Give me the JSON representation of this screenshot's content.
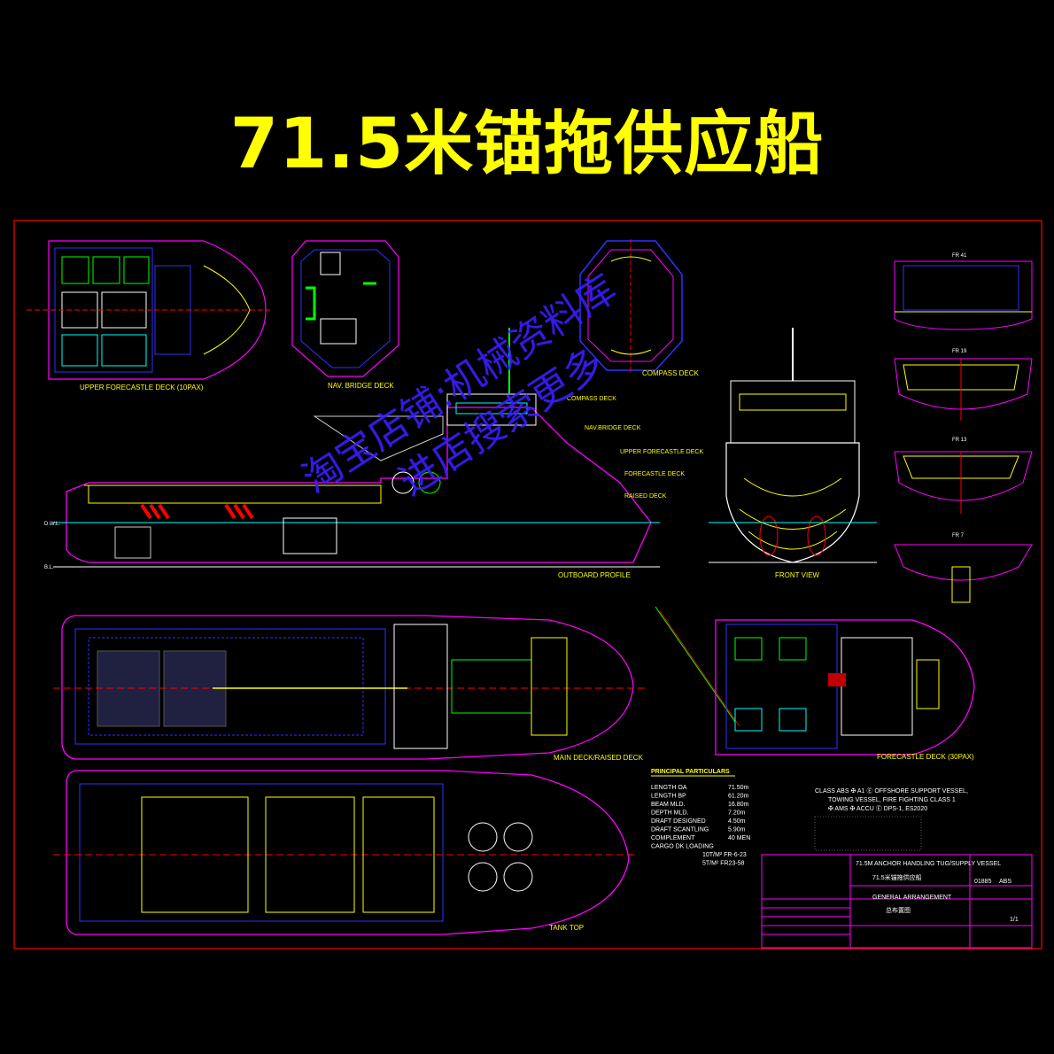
{
  "title": "71.5米锚拖供应船",
  "watermark": {
    "line1": "淘宝店铺:机械资料库",
    "line2": "进店搜索更多"
  },
  "views": {
    "upper_forecastle_deck": "UPPER FORECASTLE DECK (10PAX)",
    "nav_bridge_deck": "NAV. BRIDGE DECK",
    "compass_deck": "COMPASS DECK",
    "outboard_profile": "OUTBOARD PROFILE",
    "front_view": "FRONT VIEW",
    "main_deck": "MAIN DECK/RAISED DECK",
    "forecastle_deck": "FORECASTLE DECK (30PAX)",
    "tank_top": "TANK TOP",
    "frames": [
      "FR 41",
      "FR 19",
      "FR 13",
      "FR 7"
    ]
  },
  "profile_labels": {
    "upper_forecastle": "UPPER FORECASTLE DECK",
    "compass": "COMPASS DECK",
    "nav_bridge": "NAV.BRIDGE DECK",
    "forecastle": "FORECASTLE DECK",
    "raised": "RAISED DECK",
    "dwl": "D.W.L.",
    "bl": "B.L."
  },
  "principal_particulars": {
    "heading": "PRINCIPAL PARTICULARS",
    "rows": [
      {
        "label": "LENGTH OA",
        "value": "71.50m"
      },
      {
        "label": "LENGTH BP",
        "value": "61.20m"
      },
      {
        "label": "BEAM MLD.",
        "value": "16.80m"
      },
      {
        "label": "DEPTH MLD.",
        "value": "7.20m"
      },
      {
        "label": "DRAFT DESIGNED",
        "value": "4.50m"
      },
      {
        "label": "DRAFT SCANTLING",
        "value": "5.90m"
      },
      {
        "label": "COMPLEMENT",
        "value": "40 MEN"
      },
      {
        "label": "CARGO DK LOADING",
        "value": ""
      }
    ],
    "loading": [
      {
        "label": "10T/M² FR-6-23",
        "value": ""
      },
      {
        "label": "5T/M² FR23-58",
        "value": ""
      }
    ]
  },
  "class_notation": {
    "line1": "CLASS ABS ✠ A1 Ⓔ OFFSHORE SUPPORT VESSEL,",
    "line2": "TOWING VESSEL, FIRE FIGHTING CLASS 1",
    "line3": "✠ AMS ✠ ACCU Ⓔ DPS-1, ES2020"
  },
  "title_block": {
    "vessel": "71.5M ANCHOR HANDLING TUG/SUPPLY VESSEL",
    "vessel_cn": "71.5米锚拖供应船",
    "drawing_no": "01885",
    "class": "ABS",
    "drawing_title": "GENERAL ARRANGEMENT",
    "drawing_title_cn": "总布置图",
    "sheet": "1/1"
  },
  "colors": {
    "background": "#000000",
    "title": "#ffff00",
    "border": "#ff0000",
    "hull": "#ff00ff",
    "blue": "#3030ff",
    "cyan": "#00ffff",
    "green": "#00ff00",
    "white": "#ffffff",
    "watermark": "#3a1fff"
  }
}
